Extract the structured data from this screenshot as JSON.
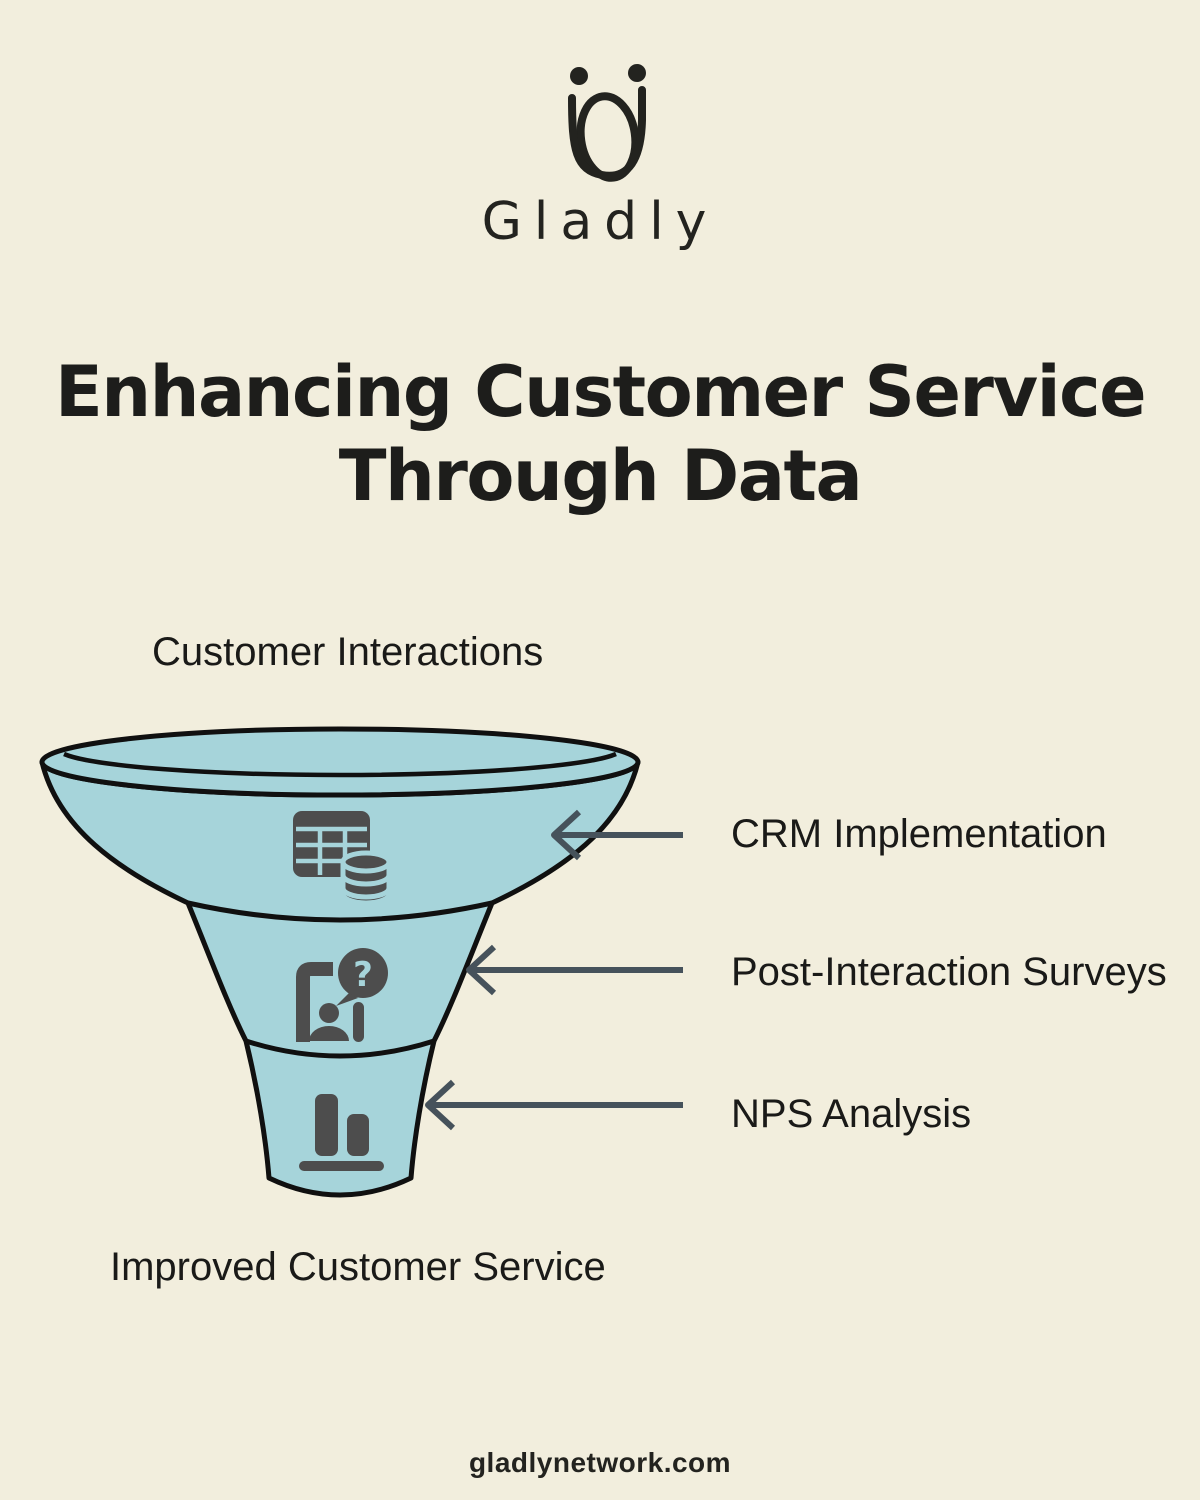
{
  "brand": {
    "name": "Gladly",
    "logo_icon": "gladly-smile-mark"
  },
  "title": {
    "line1": "Enhancing Customer Service",
    "line2": "Through Data"
  },
  "funnel": {
    "input_label": "Customer Interactions",
    "output_label": "Improved Customer Service",
    "stages": [
      {
        "label": "CRM Implementation",
        "icon": "table-database-icon"
      },
      {
        "label": "Post-Interaction Surveys",
        "icon": "person-question-bubble-icon",
        "bubble_glyph": "?"
      },
      {
        "label": "NPS Analysis",
        "icon": "bar-chart-icon"
      }
    ]
  },
  "footer": {
    "website": "gladlynetwork.com"
  },
  "colors": {
    "background": "#f2eedd",
    "funnel_fill": "#a6d4da",
    "outline": "#101010",
    "icon_gray": "#4d4d4d",
    "arrow_gray": "#46525b",
    "text_dark": "#1d1d1b"
  }
}
